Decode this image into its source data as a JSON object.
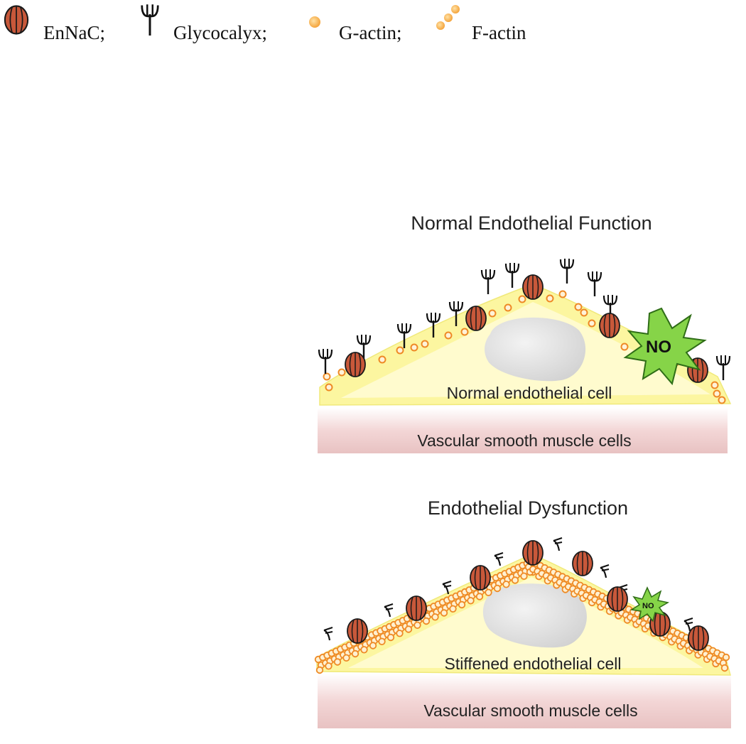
{
  "legend": {
    "ennac_label": "EnNaC;",
    "glycocalyx_label": "Glycocalyx;",
    "gactin_label": "G-actin;",
    "factin_label": "F-actin"
  },
  "normal_panel": {
    "title": "Normal Endothelial Function",
    "cell_label": "Normal endothelial cell",
    "muscle_label": "Vascular smooth muscle cells",
    "no_label": "NO"
  },
  "dysfunction_panel": {
    "title": "Endothelial Dysfunction",
    "cell_label": "Stiffened endothelial cell",
    "muscle_label": "Vascular smooth muscle cells",
    "no_label": "NO"
  },
  "colors": {
    "cytoplasm": "#fbf59a",
    "cytoplasm_inner": "#fffbd0",
    "nucleus": "#dedede",
    "muscle": "#f3d9d9",
    "channel": "#c8583a",
    "actin": "#f3a33c",
    "no_burst": "#7ed03a"
  },
  "icons": {
    "ennac": "ennac-channel-icon",
    "glycocalyx": "glycocalyx-icon",
    "gactin": "g-actin-icon",
    "factin": "f-actin-icon"
  }
}
